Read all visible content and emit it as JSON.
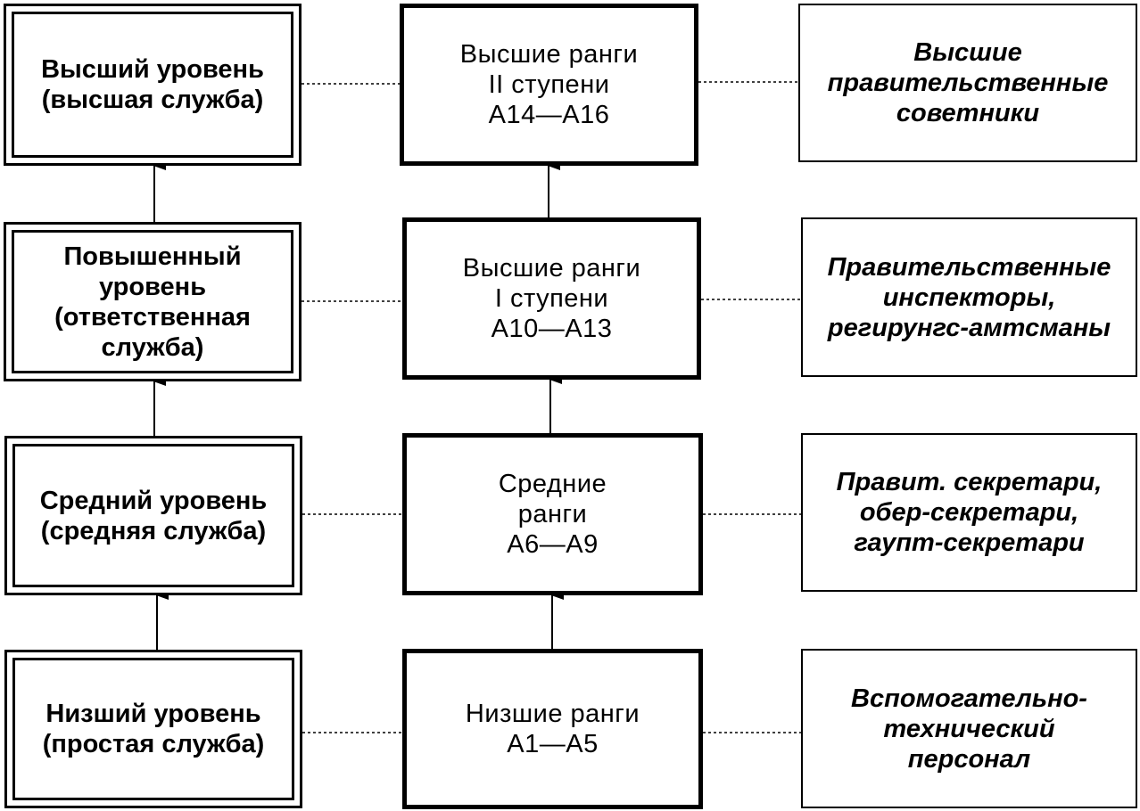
{
  "levels": [
    {
      "label": "Высший уровень\n(высшая служба)"
    },
    {
      "label": "Повышенный\nуровень\n(ответственная\nслужба)"
    },
    {
      "label": "Средний уровень\n(средняя служба)"
    },
    {
      "label": "Низший уровень\n(простая служба)"
    }
  ],
  "ranks": [
    {
      "label": "Высшие ранги\nII ступени\nA14—A16"
    },
    {
      "label": "Высшие ранги\nI ступени\nA10—A13"
    },
    {
      "label": "Средние\nранги\nA6—A9"
    },
    {
      "label": "Низшие ранги\nA1—A5"
    }
  ],
  "titles": [
    {
      "label": "Высшие\nправительственные\nсоветники"
    },
    {
      "label": "Правительственные\nинспекторы,\nрегирунгс-амтсманы"
    },
    {
      "label": "Правит. секретари,\nобер-секретари,\nгаупт-секретари"
    },
    {
      "label": "Вспомогательно-\nтехнический\nперсонал"
    }
  ]
}
